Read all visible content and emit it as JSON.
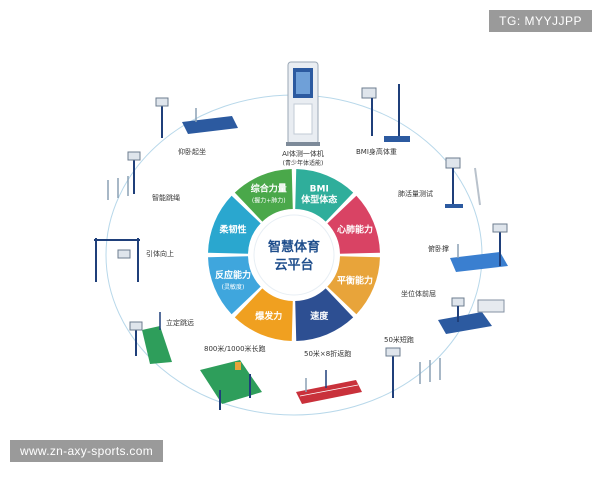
{
  "watermark": {
    "tg": "TG: MYYJJPP",
    "url": "www.zn-axy-sports.com"
  },
  "center": {
    "line1": "智慧体育",
    "line2": "云平台"
  },
  "segments": [
    {
      "title": "BMI",
      "title2": "体型体态",
      "sub": "",
      "color": "#2fae9b"
    },
    {
      "title": "心肺能力",
      "title2": "",
      "sub": "",
      "color": "#d94364"
    },
    {
      "title": "平衡能力",
      "title2": "",
      "sub": "",
      "color": "#e8a43a"
    },
    {
      "title": "速度",
      "title2": "",
      "sub": "",
      "color": "#2d4f92"
    },
    {
      "title": "爆发力",
      "title2": "",
      "sub": "",
      "color": "#f0a020"
    },
    {
      "title": "反应能力",
      "title2": "",
      "sub": "(灵敏度)",
      "color": "#3fa6dd"
    },
    {
      "title": "柔韧性",
      "title2": "",
      "sub": "",
      "color": "#2aa7cf"
    },
    {
      "title": "综合力量",
      "title2": "",
      "sub": "(握力+肺力)",
      "color": "#4aa84a"
    }
  ],
  "stations": [
    {
      "label": "AI体测一体机",
      "label2": "(青少年体适能)"
    },
    {
      "label": "BMI身高体重"
    },
    {
      "label": "肺活量测试"
    },
    {
      "label": "俯卧撑"
    },
    {
      "label": "坐位体前屈"
    },
    {
      "label": "50米短跑"
    },
    {
      "label": "50米×8折返跑"
    },
    {
      "label": "800米/1000米长跑"
    },
    {
      "label": "立定跳远"
    },
    {
      "label": "引体向上"
    },
    {
      "label": "智能跳绳"
    },
    {
      "label": "仰卧起坐"
    }
  ]
}
